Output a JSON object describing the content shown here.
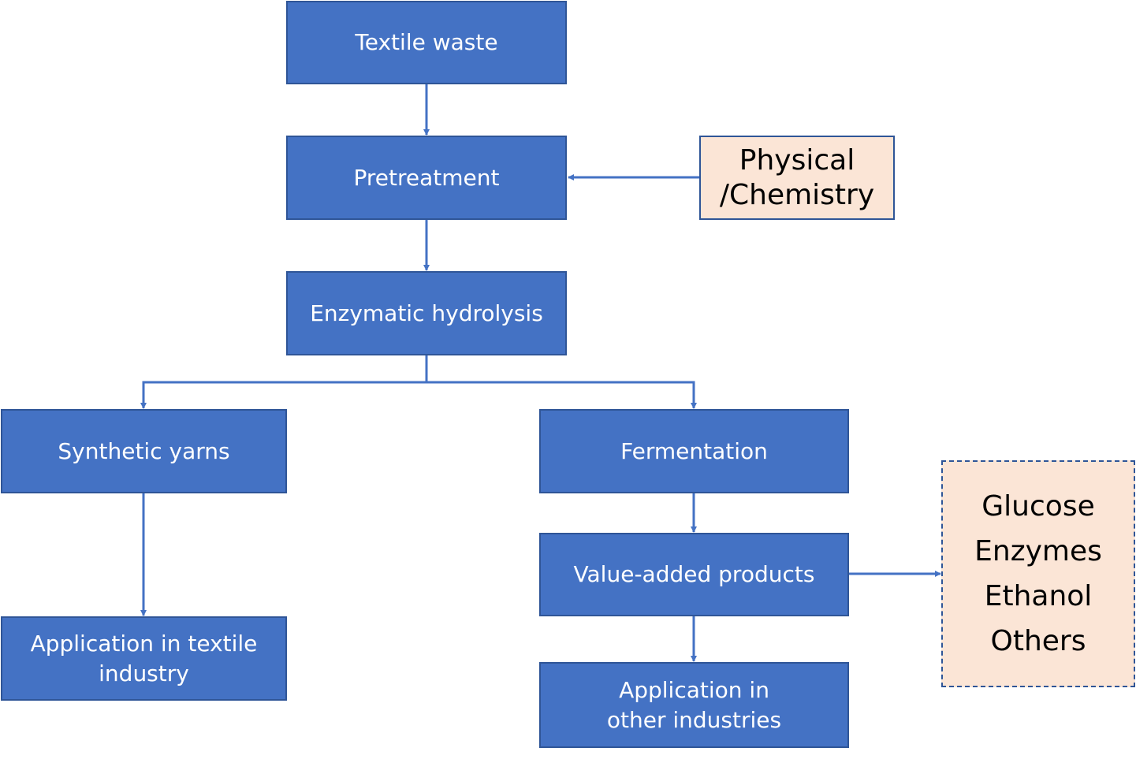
{
  "diagram": {
    "title": "",
    "colors": {
      "primary_fill": "#4472c4",
      "primary_border": "#2f5597",
      "secondary_fill": "#fbe5d6",
      "connector": "#4472c4"
    },
    "nodes": {
      "textile_waste": "Textile waste",
      "pretreatment": "Pretreatment",
      "physical_chemistry": "Physical\n/Chemistry",
      "enzymatic_hydrolysis": "Enzymatic hydrolysis",
      "synthetic_yarns": "Synthetic yarns",
      "fermentation": "Fermentation",
      "value_added_products": "Value-added products",
      "application_textile": "Application in textile\nindustry",
      "application_other": "Application in\nother industries"
    },
    "products": [
      "Glucose",
      "Enzymes",
      "Ethanol",
      "Others"
    ],
    "edges": [
      {
        "from": "textile_waste",
        "to": "pretreatment"
      },
      {
        "from": "physical_chemistry",
        "to": "pretreatment"
      },
      {
        "from": "pretreatment",
        "to": "enzymatic_hydrolysis"
      },
      {
        "from": "enzymatic_hydrolysis",
        "to": "synthetic_yarns"
      },
      {
        "from": "enzymatic_hydrolysis",
        "to": "fermentation"
      },
      {
        "from": "synthetic_yarns",
        "to": "application_textile"
      },
      {
        "from": "fermentation",
        "to": "value_added_products"
      },
      {
        "from": "value_added_products",
        "to": "products_box"
      },
      {
        "from": "value_added_products",
        "to": "application_other"
      }
    ]
  }
}
